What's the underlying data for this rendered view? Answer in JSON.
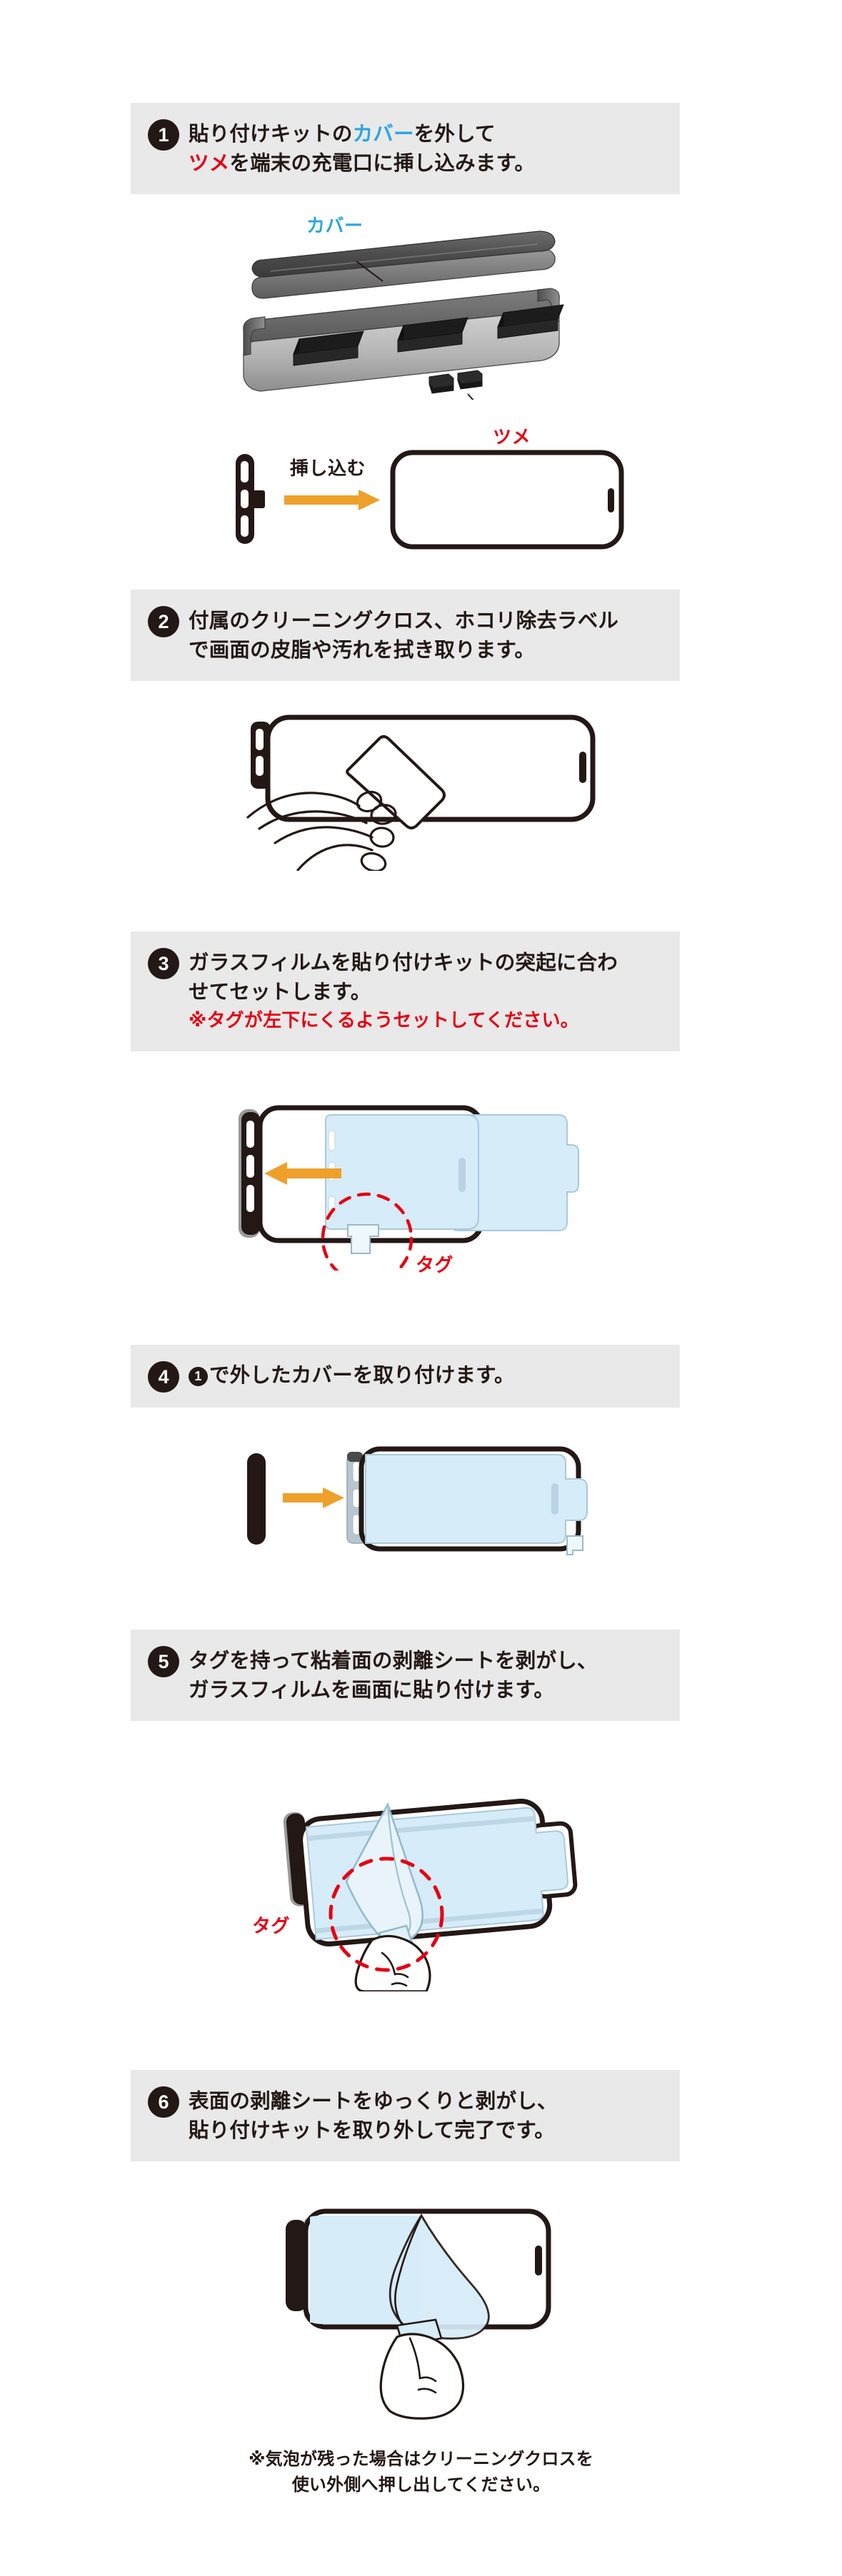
{
  "document": {
    "title": "ガラスフィルム 貼り付けキット 取扱説明",
    "colors": {
      "band_bg": "#e9e9e9",
      "ink": "#231815",
      "accent_cyan": "#2ca6e0",
      "accent_red": "#e60012",
      "arrow_orange": "#efa02b",
      "film_blue": "#d6ecf8"
    }
  },
  "steps": [
    {
      "number": "1",
      "lines": [
        {
          "segments": [
            {
              "text": "貼り付けキットの",
              "color": "ink"
            },
            {
              "text": "カバー",
              "color": "cyan"
            },
            {
              "text": "を外して",
              "color": "ink"
            }
          ]
        },
        {
          "segments": [
            {
              "text": "ツメ",
              "color": "red"
            },
            {
              "text": "を端末の充電口に挿し込みます。",
              "color": "ink"
            }
          ]
        }
      ],
      "figure_labels": {
        "cover": "カバー",
        "tab": "ツメ",
        "insert": "挿し込む"
      }
    },
    {
      "number": "2",
      "lines": [
        {
          "segments": [
            {
              "text": "付属のクリーニングクロス、ホコリ除去ラベル",
              "color": "ink"
            }
          ]
        },
        {
          "segments": [
            {
              "text": "で画面の皮脂や汚れを拭き取ります。",
              "color": "ink"
            }
          ]
        }
      ],
      "figure_labels": {}
    },
    {
      "number": "3",
      "lines": [
        {
          "segments": [
            {
              "text": "ガラスフィルムを貼り付けキットの突起に合わ",
              "color": "ink"
            }
          ]
        },
        {
          "segments": [
            {
              "text": "せてセットします。",
              "color": "ink"
            }
          ]
        }
      ],
      "note": "※タグが左下にくるようセットしてください。",
      "figure_labels": {
        "tag": "タグ"
      }
    },
    {
      "number": "4",
      "lines": [
        {
          "segments": [
            {
              "text": "❶",
              "color": "circled"
            },
            {
              "text": "で外したカバーを取り付けます。",
              "color": "ink"
            }
          ]
        }
      ],
      "inline_circled_number": "1",
      "figure_labels": {}
    },
    {
      "number": "5",
      "lines": [
        {
          "segments": [
            {
              "text": "タグを持って粘着面の剥離シートを剥がし、",
              "color": "ink"
            }
          ]
        },
        {
          "segments": [
            {
              "text": "ガラスフィルムを画面に貼り付けます。",
              "color": "ink"
            }
          ]
        }
      ],
      "figure_labels": {
        "tag": "タグ"
      }
    },
    {
      "number": "6",
      "lines": [
        {
          "segments": [
            {
              "text": "表面の剥離シートをゆっくりと剥がし、",
              "color": "ink"
            }
          ]
        },
        {
          "segments": [
            {
              "text": "貼り付けキットを取り外して完了です。",
              "color": "ink"
            }
          ]
        }
      ],
      "figure_labels": {}
    }
  ],
  "footer": {
    "line1": "※気泡が残った場合はクリーニングクロスを",
    "line2": "使い外側へ押し出してください。"
  }
}
